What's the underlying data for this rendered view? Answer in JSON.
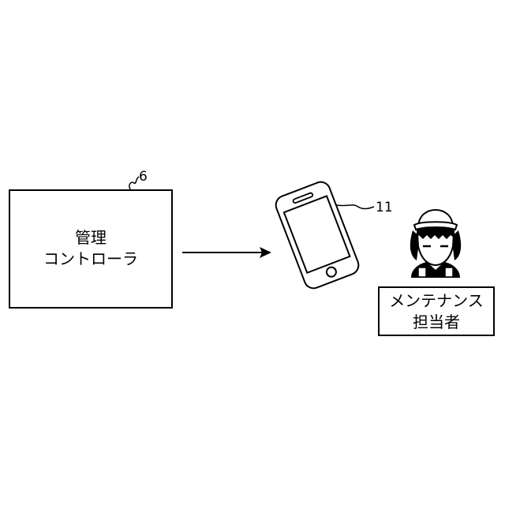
{
  "controller": {
    "ref": "6",
    "line1": "管理",
    "line2": "コントローラ"
  },
  "phone": {
    "ref": "11"
  },
  "staff": {
    "line1": "メンテナンス",
    "line2": "担当者"
  },
  "icons": [
    "smartphone-icon",
    "maintenance-worker-icon",
    "arrow-right-icon"
  ],
  "colors": {
    "stroke": "#000000",
    "background": "#ffffff"
  }
}
